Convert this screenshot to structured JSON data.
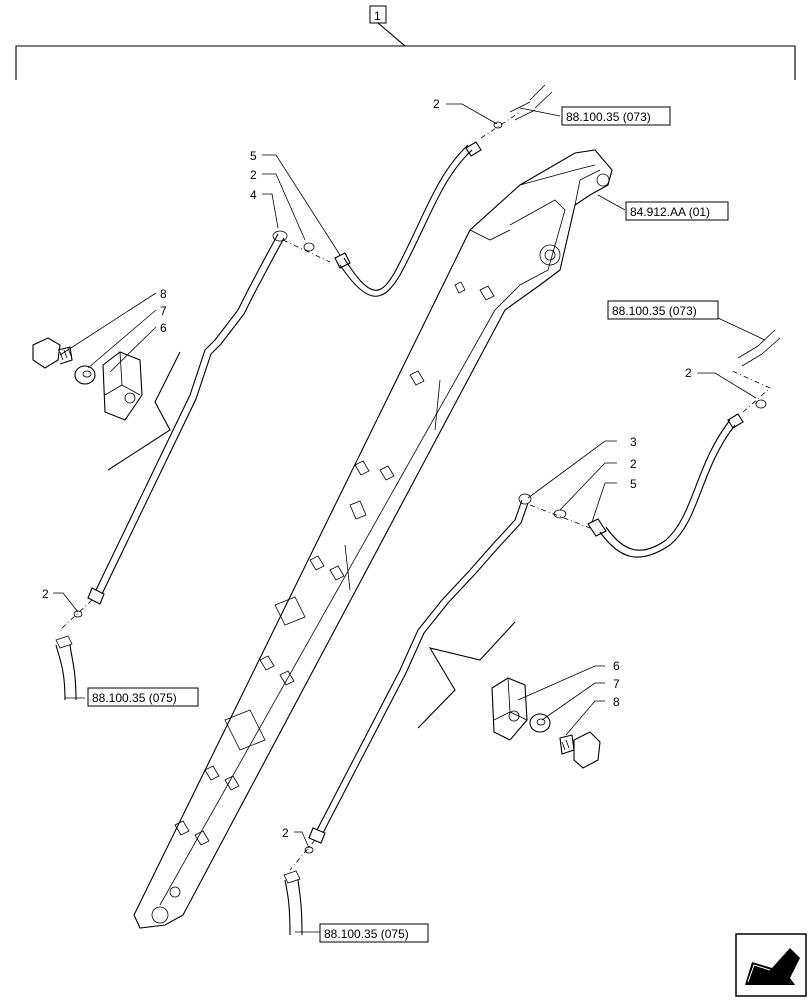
{
  "assembly_label": "1",
  "refs": {
    "hose_ref_top_a": "88.100.35 (073)",
    "boom_ref": "84.912.AA (01)",
    "hose_ref_top_b": "88.100.35 (073)",
    "hose_ref_bottom_a": "88.100.35 (075)",
    "hose_ref_bottom_b": "88.100.35 (075)"
  },
  "callouts": {
    "c2_top": "2",
    "c5_left": "5",
    "c2_left": "2",
    "c4_left": "4",
    "c8_left": "8",
    "c7_left": "7",
    "c6_left": "6",
    "c2_right_top": "2",
    "c3_right": "3",
    "c2_right_mid": "2",
    "c5_right": "5",
    "c6_right": "6",
    "c7_right": "7",
    "c8_right": "8",
    "c2_bottom_left": "2",
    "c2_bottom_mid": "2"
  },
  "nav_icon": "arrow-next-page-icon"
}
